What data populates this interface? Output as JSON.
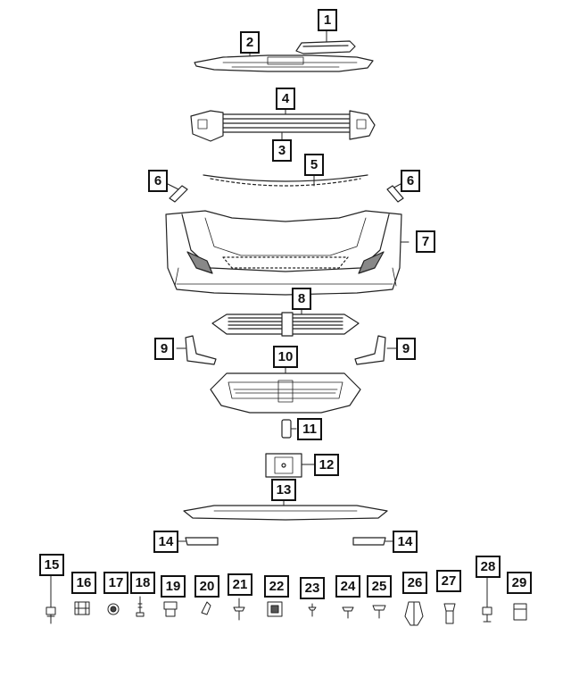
{
  "diagram": {
    "callouts": [
      {
        "id": "c1",
        "label": "1"
      },
      {
        "id": "c2",
        "label": "2"
      },
      {
        "id": "c4",
        "label": "4"
      },
      {
        "id": "c3",
        "label": "3"
      },
      {
        "id": "c5",
        "label": "5"
      },
      {
        "id": "c6a",
        "label": "6"
      },
      {
        "id": "c6b",
        "label": "6"
      },
      {
        "id": "c7",
        "label": "7"
      },
      {
        "id": "c8",
        "label": "8"
      },
      {
        "id": "c9a",
        "label": "9"
      },
      {
        "id": "c9b",
        "label": "9"
      },
      {
        "id": "c10",
        "label": "10"
      },
      {
        "id": "c11",
        "label": "11"
      },
      {
        "id": "c12",
        "label": "12"
      },
      {
        "id": "c13",
        "label": "13"
      },
      {
        "id": "c14a",
        "label": "14"
      },
      {
        "id": "c14b",
        "label": "14"
      },
      {
        "id": "c15",
        "label": "15"
      },
      {
        "id": "c16",
        "label": "16"
      },
      {
        "id": "c17",
        "label": "17"
      },
      {
        "id": "c18",
        "label": "18"
      },
      {
        "id": "c19",
        "label": "19"
      },
      {
        "id": "c20",
        "label": "20"
      },
      {
        "id": "c21",
        "label": "21"
      },
      {
        "id": "c22",
        "label": "22"
      },
      {
        "id": "c23",
        "label": "23"
      },
      {
        "id": "c24",
        "label": "24"
      },
      {
        "id": "c25",
        "label": "25"
      },
      {
        "id": "c26",
        "label": "26"
      },
      {
        "id": "c27",
        "label": "27"
      },
      {
        "id": "c28",
        "label": "28"
      },
      {
        "id": "c29",
        "label": "29"
      }
    ]
  }
}
